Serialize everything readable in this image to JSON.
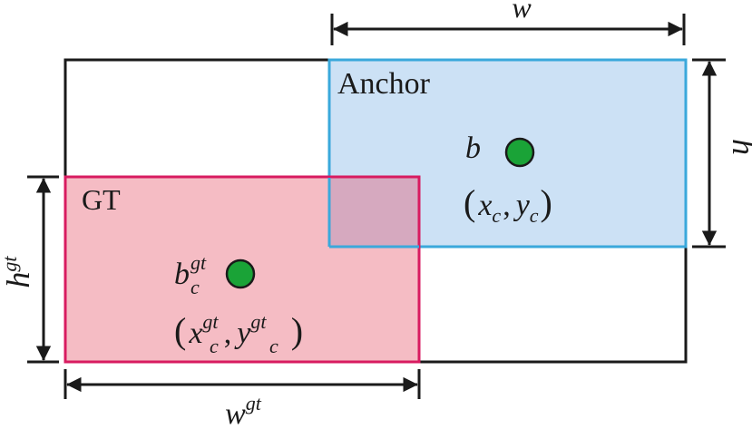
{
  "labels": {
    "w": "w",
    "h": "h",
    "anchor": "Anchor",
    "gt": "GT",
    "b": "b",
    "x": "x",
    "y": "y",
    "c": "c",
    "gt_sup": "gt",
    "paren_open": "(",
    "paren_close": ")",
    "comma": ","
  },
  "colors": {
    "anchor_fill": "#cce1f5",
    "anchor_stroke": "#3aa8db",
    "gt_fill": "#f5bcc4",
    "gt_stroke": "#d81b60",
    "overlap_fill": "#d6a9bf",
    "center_dot": "#1aa337",
    "line": "#1a1a1a"
  }
}
